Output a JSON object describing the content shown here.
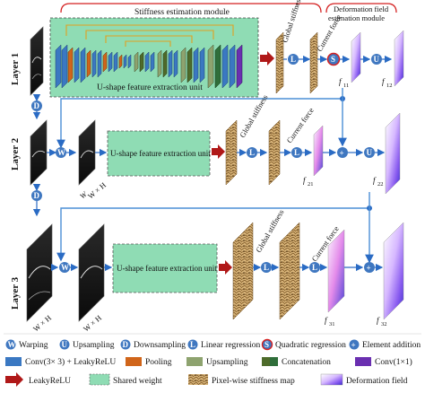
{
  "modules": {
    "stiffness": "Stiffness estimation module",
    "deformation_line1": "Deformation field",
    "deformation_line2": "estimation module"
  },
  "layers": [
    "Layer 1",
    "Layer 2",
    "Layer 3"
  ],
  "unit_label": "U-shape feature extraction unit",
  "edge_labels": {
    "global_stiffness": "Global stiffness",
    "current_force": "Current force"
  },
  "node_letters": {
    "warp": "W",
    "up": "U",
    "down": "D",
    "linear": "L",
    "quad": "S",
    "add": "+"
  },
  "size_labels": {
    "half_w": "W",
    "half_h": "H",
    "half_div": "2",
    "full": "W × H"
  },
  "field_labels": {
    "f11": "f",
    "f11_sub": "11",
    "f12": "f",
    "f12_sub": "12",
    "f21": "f",
    "f21_sub": "21",
    "f22": "f",
    "f22_sub": "22",
    "f31": "f",
    "f31_sub": "31",
    "f32": "f",
    "f32_sub": "32"
  },
  "legend": {
    "warping": "Warping",
    "upsampling": "Upsampling",
    "downsampling": "Downsampling",
    "linear_regression": "Linear regression",
    "quadratic_regression": "Quadratic regression",
    "element_addition": "Element addition",
    "conv3": "Conv(3× 3) + LeakyReLU",
    "pooling": "Pooling",
    "upsampling_block": "Upsampling",
    "concatenation": "Concatenation",
    "conv1": "Conv(1×1)",
    "leakyrelu": "LeakyReLU",
    "shared_weight": "Shared weight",
    "stiffness_map": "Pixel-wise stiffness map",
    "deformation_field": "Deformation field"
  },
  "colors": {
    "conv": "#3a78c2",
    "pooling": "#d0651a",
    "upsample": "#8ea36f",
    "concat_a": "#4e6b2a",
    "concat_b": "#2f6e3a",
    "conv1x1": "#6a2fb0",
    "arrow_red": "#b01818",
    "shared": "#8fdcb4",
    "node_blue": "#3f77c0",
    "bracket": "#d42020",
    "line": "#4b8fd6"
  }
}
